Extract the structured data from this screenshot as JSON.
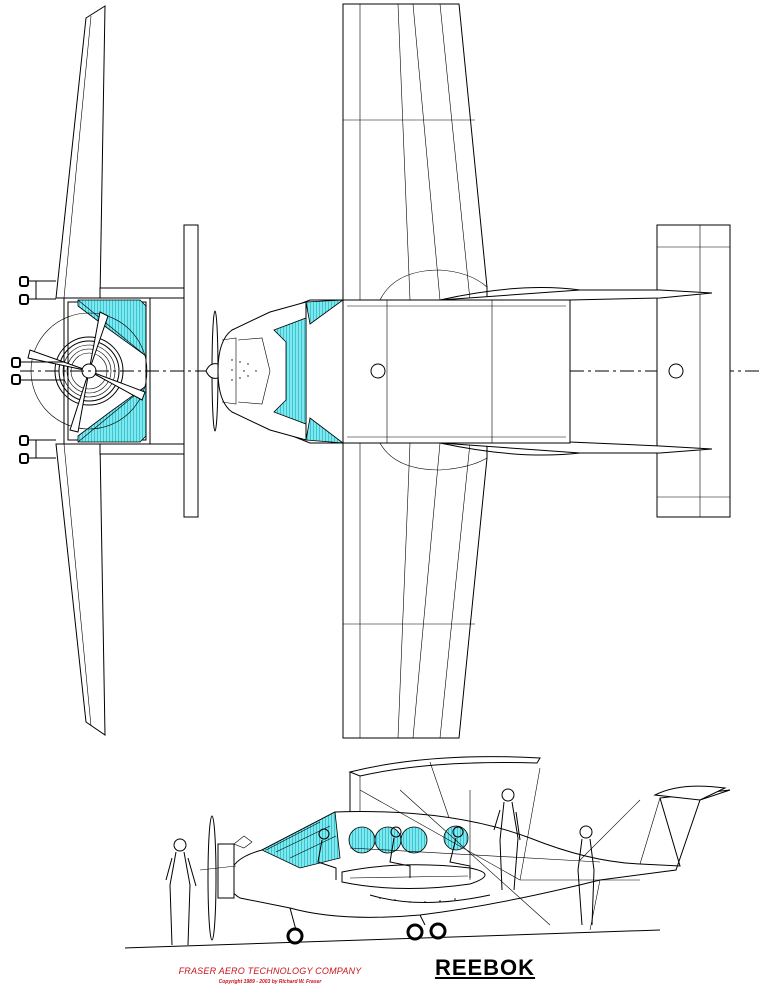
{
  "drawing": {
    "title": "REEBOK",
    "company": "FRASER AERO TECHNOLOGY COMPANY",
    "copyright": "Copyright      1989 - 2003  by Richard W. Fraser",
    "colors": {
      "line": "#000000",
      "glass": "#5fe0e8",
      "text_red": "#c8141e",
      "background": "#ffffff"
    }
  }
}
